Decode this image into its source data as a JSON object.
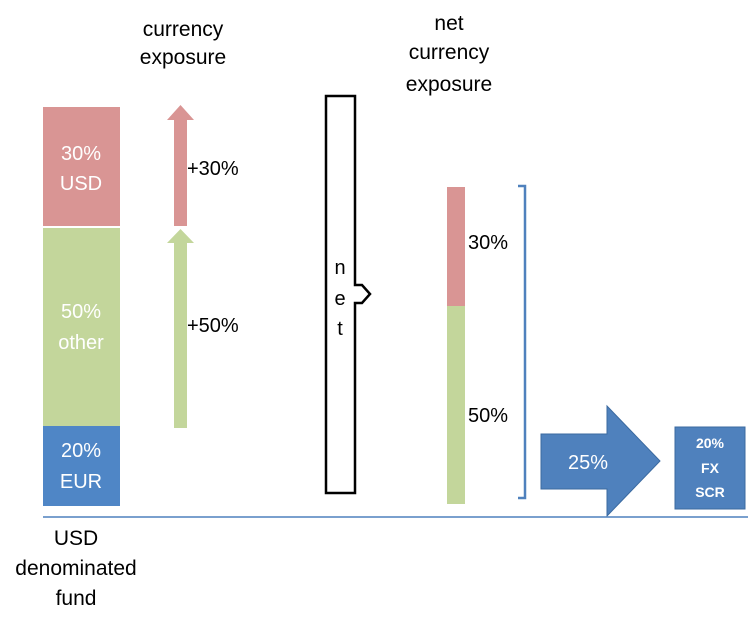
{
  "headings": {
    "currency_exposure": [
      "currency",
      "exposure"
    ],
    "net_currency_exposure": [
      "net",
      "currency",
      "exposure"
    ]
  },
  "fund_stack": {
    "segments": [
      {
        "pct": "30%",
        "name": "USD",
        "color": "#d99594"
      },
      {
        "pct": "50%",
        "name": "other",
        "color": "#c3d69b"
      },
      {
        "pct": "20%",
        "name": "EUR",
        "color": "#4f86c6"
      }
    ],
    "caption": [
      "USD",
      "denominated",
      "fund"
    ]
  },
  "exposure_arrows": [
    {
      "label": "+30%",
      "color": "#d99594"
    },
    {
      "label": "+50%",
      "color": "#c3d69b"
    }
  ],
  "net_box": {
    "letters": [
      "n",
      "e",
      "t"
    ]
  },
  "net_stack": [
    {
      "label": "30%",
      "color": "#d99594"
    },
    {
      "label": "50%",
      "color": "#c3d69b"
    }
  ],
  "shock_arrow": {
    "label": "25%",
    "color": "#4f81bd"
  },
  "result_box": {
    "lines": [
      "20%",
      "FX",
      "SCR"
    ],
    "color": "#4f81bd"
  },
  "baseline_color": "#4f81bd",
  "bracket_color": "#4f81bd"
}
